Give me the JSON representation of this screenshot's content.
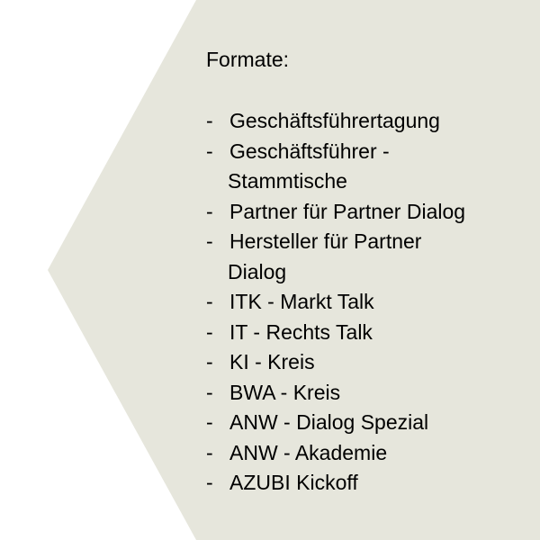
{
  "colors": {
    "background": "#ffffff",
    "shape_fill": "#e6e6dc",
    "text": "#000000"
  },
  "heading": "Formate:",
  "items": [
    {
      "dash": "-",
      "lines": [
        "Geschäftsführertagung"
      ]
    },
    {
      "dash": "-",
      "lines": [
        "Geschäftsführer -",
        "Stammtische"
      ]
    },
    {
      "dash": "-",
      "lines": [
        "Partner für Partner Dialog"
      ]
    },
    {
      "dash": "-",
      "lines": [
        "Hersteller für Partner",
        "Dialog"
      ]
    },
    {
      "dash": "-",
      "lines": [
        "ITK - Markt Talk"
      ]
    },
    {
      "dash": "-",
      "lines": [
        "IT - Rechts Talk"
      ]
    },
    {
      "dash": "-",
      "lines": [
        "KI - Kreis"
      ]
    },
    {
      "dash": "-",
      "lines": [
        "BWA - Kreis"
      ]
    },
    {
      "dash": "-",
      "lines": [
        "ANW - Dialog Spezial"
      ]
    },
    {
      "dash": "-",
      "lines": [
        "ANW - Akademie"
      ]
    },
    {
      "dash": "-",
      "lines": [
        "AZUBI Kickoff"
      ]
    }
  ]
}
